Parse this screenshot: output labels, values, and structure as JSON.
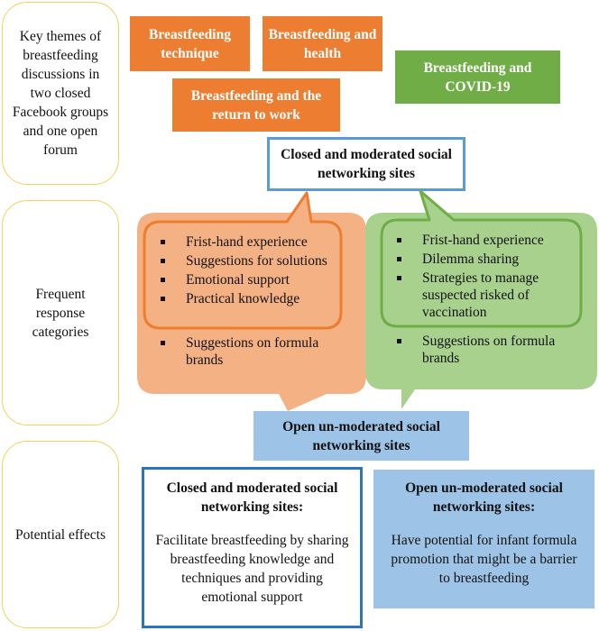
{
  "categories": {
    "themes": "Key themes of breastfeeding discussions in two closed Facebook groups and one open forum",
    "responses": "Frequent response categories",
    "effects": "Potential effects"
  },
  "themes": {
    "technique": "Breastfeeding technique",
    "health": "Breastfeeding and health",
    "covid": "Breastfeeding and COVID-19",
    "work": "Breastfeeding and the return to work"
  },
  "closed_label": "Closed and moderated social networking sites",
  "open_label": "Open un-moderated social networking sites",
  "left_bubble": {
    "inner_items": [
      "Frist-hand experience",
      "Suggestions for solutions",
      "Emotional support",
      "Practical knowledge"
    ],
    "outer_item": "Suggestions on formula brands"
  },
  "right_bubble": {
    "inner_items": [
      "Frist-hand experience",
      "Dilemma sharing",
      "Strategies to manage suspected risked of vaccination"
    ],
    "outer_item": "Suggestions on formula brands"
  },
  "effects": {
    "closed": {
      "heading": "Closed and moderated social networking sites:",
      "body": "Facilitate breastfeeding by sharing breastfeeding knowledge and techniques and providing emotional support"
    },
    "open": {
      "heading": "Open un-moderated social networking sites:",
      "body": "Have potential for infant formula promotion that might be a barrier to breastfeeding"
    }
  },
  "colors": {
    "orange": "#ed7d31",
    "light_orange": "#f4b183",
    "green": "#70ad47",
    "light_green": "#a9d18e",
    "blue_border": "#5b9bd5",
    "dark_blue": "#2e75b6",
    "light_blue": "#9dc3e6",
    "yellow_border": "#f2d25c"
  }
}
